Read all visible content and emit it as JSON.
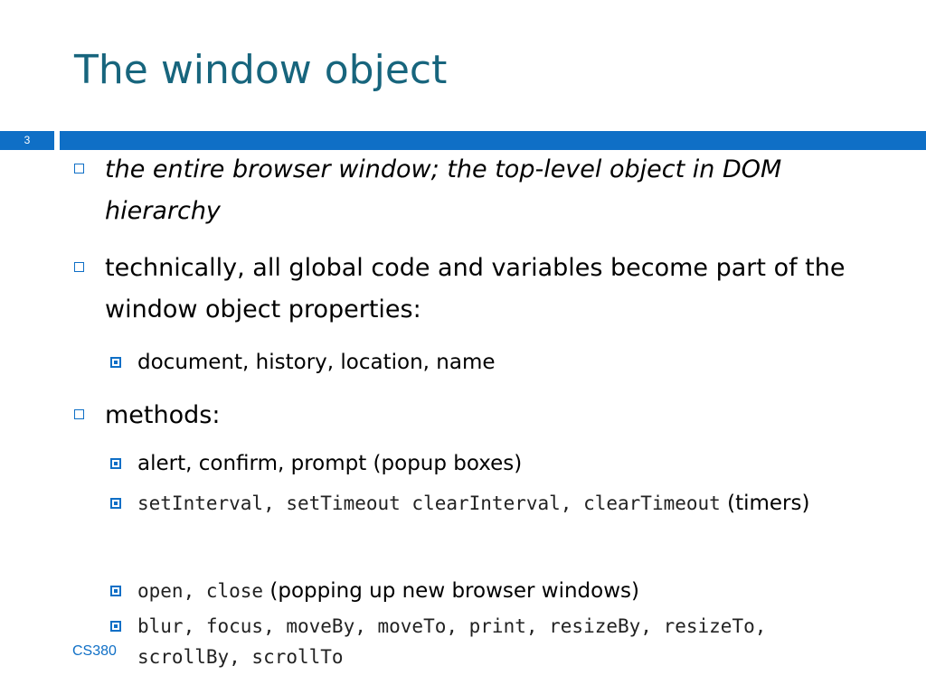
{
  "slide": {
    "title": "The window object",
    "page_number": "3",
    "footer": "CS380"
  },
  "bullets": {
    "b1": {
      "text": "the entire browser window; the top-level object in DOM hierarchy"
    },
    "b2": {
      "text": "technically, all global code and variables become part of the window object properties:"
    },
    "b2_1": {
      "text": "document, history, location, name"
    },
    "b3": {
      "text": "methods:"
    },
    "b3_1": {
      "text": "alert, confirm, prompt (popup boxes)"
    },
    "b3_2": {
      "code": "setInterval, setTimeout clearInterval, clearTimeout",
      "text": "(timers)"
    },
    "b3_3": {
      "code": "open, close",
      "text": "(popping up new browser windows)"
    },
    "b3_4": {
      "code": "blur, focus, moveBy, moveTo, print, resizeBy, resizeTo, scrollBy, scrollTo"
    }
  },
  "colors": {
    "title": "#17657d",
    "accent": "#0f6fc6",
    "text": "#000000"
  }
}
